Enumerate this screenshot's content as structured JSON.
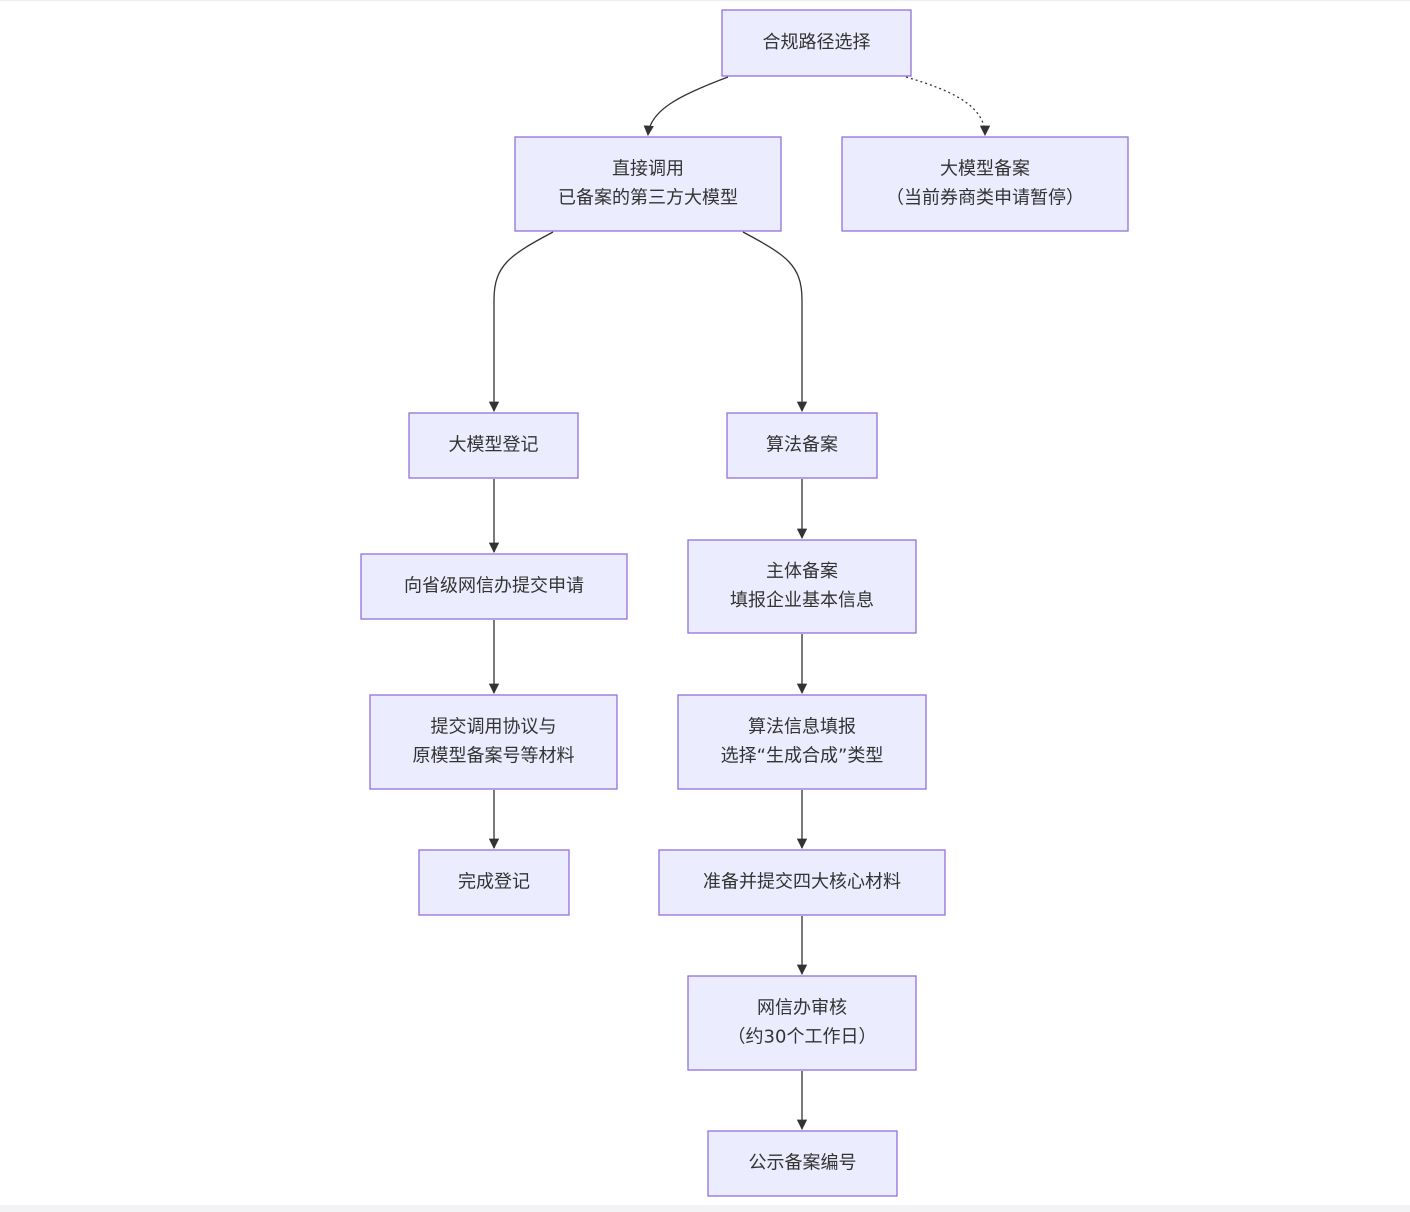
{
  "diagram": {
    "colors": {
      "node_fill": "#ECECFF",
      "node_stroke": "#9370DB",
      "text": "#333333",
      "edge": "#333333"
    },
    "nodes": [
      {
        "id": "n0",
        "lines": [
          "合规路径选择"
        ]
      },
      {
        "id": "n1",
        "lines": [
          "直接调用",
          "已备案的第三方大模型"
        ]
      },
      {
        "id": "n2",
        "lines": [
          "大模型备案",
          "（当前券商类申请暂停）"
        ]
      },
      {
        "id": "n3",
        "lines": [
          "大模型登记"
        ]
      },
      {
        "id": "n4",
        "lines": [
          "算法备案"
        ]
      },
      {
        "id": "n5",
        "lines": [
          "向省级网信办提交申请"
        ]
      },
      {
        "id": "n6",
        "lines": [
          "主体备案",
          "填报企业基本信息"
        ]
      },
      {
        "id": "n7",
        "lines": [
          "提交调用协议与",
          "原模型备案号等材料"
        ]
      },
      {
        "id": "n8",
        "lines": [
          "算法信息填报",
          "选择“生成合成”类型"
        ]
      },
      {
        "id": "n9",
        "lines": [
          "完成登记"
        ]
      },
      {
        "id": "n10",
        "lines": [
          "准备并提交四大核心材料"
        ]
      },
      {
        "id": "n11",
        "lines": [
          "网信办审核",
          "（约30个工作日）"
        ]
      },
      {
        "id": "n12",
        "lines": [
          "公示备案编号"
        ]
      }
    ],
    "edges": [
      {
        "from": "n0",
        "to": "n1",
        "style": "solid"
      },
      {
        "from": "n0",
        "to": "n2",
        "style": "dotted"
      },
      {
        "from": "n1",
        "to": "n3",
        "style": "solid"
      },
      {
        "from": "n1",
        "to": "n4",
        "style": "solid"
      },
      {
        "from": "n3",
        "to": "n5",
        "style": "solid"
      },
      {
        "from": "n5",
        "to": "n7",
        "style": "solid"
      },
      {
        "from": "n7",
        "to": "n9",
        "style": "solid"
      },
      {
        "from": "n4",
        "to": "n6",
        "style": "solid"
      },
      {
        "from": "n6",
        "to": "n8",
        "style": "solid"
      },
      {
        "from": "n8",
        "to": "n10",
        "style": "solid"
      },
      {
        "from": "n10",
        "to": "n11",
        "style": "solid"
      },
      {
        "from": "n11",
        "to": "n12",
        "style": "solid"
      }
    ]
  }
}
